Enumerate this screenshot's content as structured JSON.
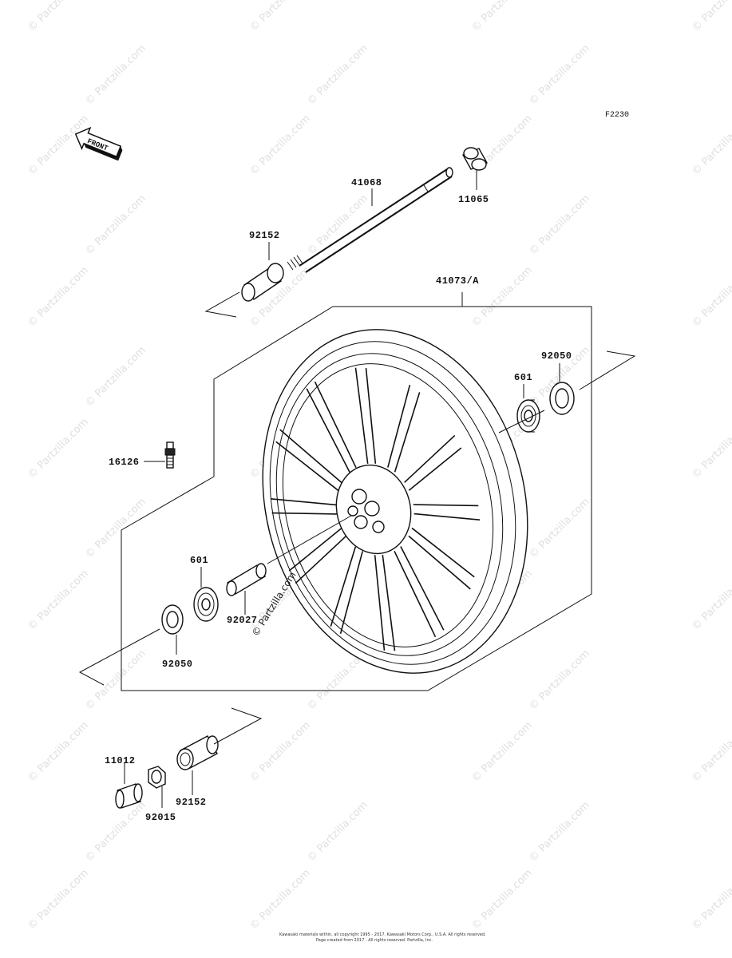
{
  "figure_code": "F2230",
  "front_arrow_label": "FRONT",
  "parts": {
    "axle": "41068",
    "axle_cap": "11065",
    "collar_left_top": "92152",
    "wheel": "41073/A",
    "oil_seal_right": "92050",
    "bearing_right": "601",
    "valve": "16126",
    "bearing_left": "601",
    "spacer": "92027",
    "oil_seal_left": "92050",
    "cap": "11012",
    "nut": "92015",
    "collar_bottom": "92152"
  },
  "watermark": "© Partzilla.com",
  "footer": {
    "line1": "Kawasaki materials within, all copyright 1995 - 2017. Kawasaki Motors Corp., U.S.A. All rights reserved.",
    "line2": "Page created from 2017 - All rights reserved. Partzilla, Inc."
  }
}
